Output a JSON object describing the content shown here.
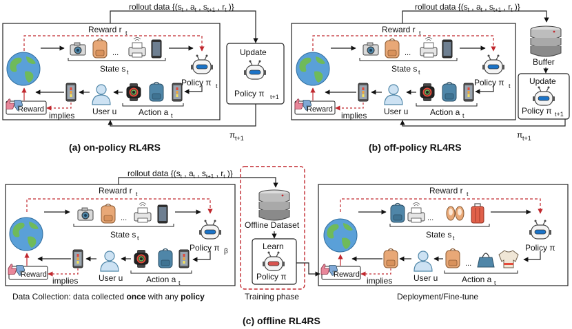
{
  "rollout_label": "rollout data {(s",
  "rollout_full": "rollout data {(s_t , a_t , s_t+1 , r_t )}",
  "reward_label": "Reward r",
  "reward_sub": "t",
  "state_label": "State s",
  "state_sub": "t",
  "action_label": "Action a",
  "action_sub": "t",
  "policy_label": "Policy π",
  "policy_t_sub": "t",
  "policy_t1_sub": "t+1",
  "policy_beta_sub": "β",
  "pi_t1": "π",
  "pi_t1_sub": "t+1",
  "user_label": "User u",
  "implies_label": "implies",
  "reward_box_label": "Reward",
  "update_label": "Update",
  "buffer_label": "Buffer",
  "learn_label": "Learn",
  "offline_dataset_label": "Offline Dataset",
  "ellipsis": "...",
  "caption_a": "(a) on-policy RL4RS",
  "caption_b": "(b) off-policy RL4RS",
  "caption_c": "(c) offline RL4RS",
  "data_collection_prefix": "Data Collection: data collected ",
  "data_collection_once": "once",
  "data_collection_mid": " with any ",
  "data_collection_policy": "policy",
  "training_phase": "Training phase",
  "deployment_label": "Deployment/Fine-tune",
  "colors": {
    "reward_arrow": "#c0272d",
    "earth_ocean": "#5aa0d8",
    "earth_land": "#6fba5a",
    "robot_accent": "#1a73c8",
    "bag_orange": "#e8a877",
    "bag_blue": "#4f86a8",
    "db_gray": "#8a8a8a"
  }
}
